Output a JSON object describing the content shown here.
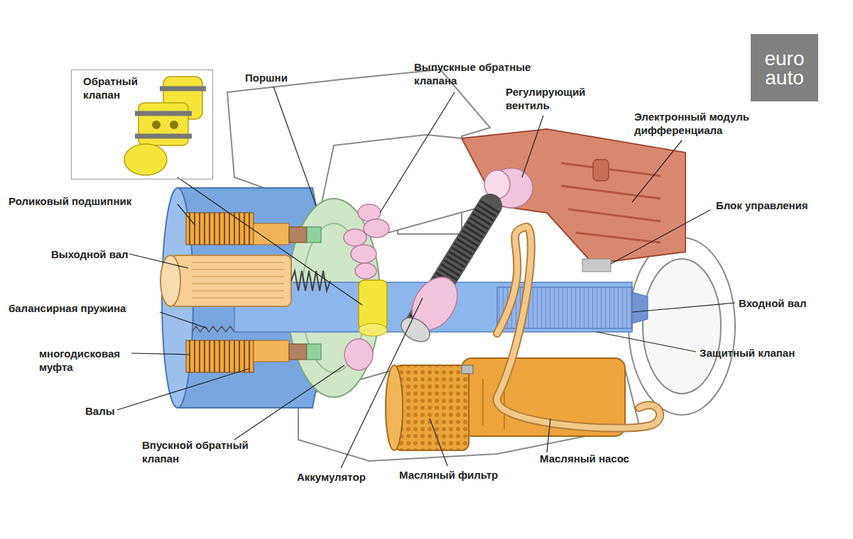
{
  "diagram": {
    "nodes": [
      {
        "text": [
          "Обратный клапан"
        ]
      },
      {
        "text": [
          "euro auto"
        ]
      }
    ],
    "labels": [
      "Поршни",
      "Выпускные обратные клапана",
      "Регулирующий вентиль",
      "Электронный модуль дифференциала",
      "Роликовый подшипник",
      "Блок управления",
      "Выходной вал",
      "Входной вал",
      "балансирная пружина",
      "Защитный клапан",
      "многодисковая муфта",
      "Валы",
      "Впускной обратный клапан",
      "Аккумулятор",
      "Масляный фильтр",
      "Масляный насос"
    ]
  }
}
